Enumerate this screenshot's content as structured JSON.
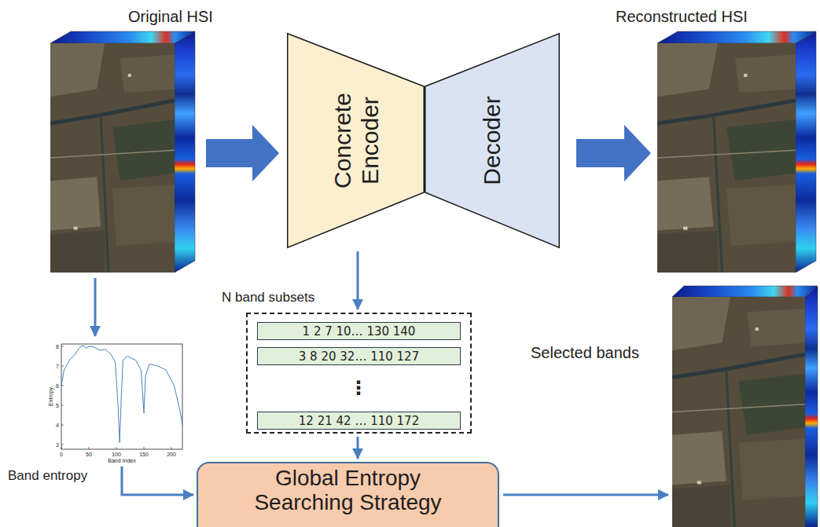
{
  "diagram": {
    "nodes": [
      {
        "text": [
          "Original HSI"
        ]
      },
      {
        "text": [
          "Concrete Encoder"
        ]
      },
      {
        "text": [
          "Decoder"
        ]
      },
      {
        "text": [
          "Reconstructed HSI"
        ]
      },
      {
        "text": [
          "Band entropy"
        ]
      },
      {
        "text": [
          "N band subsets"
        ]
      },
      {
        "text": [
          "1 2 7 10… 130 140"
        ],
        "in": 5
      },
      {
        "text": [
          "3 8 20 32… 110 127"
        ],
        "in": 5
      },
      {
        "text": [
          "12 21 42 … 110 172"
        ],
        "in": 5
      },
      {
        "text": [
          "Global Entropy Searching Strategy"
        ]
      },
      {
        "text": [
          "Selected bands"
        ]
      }
    ],
    "edges": [
      {
        "from": 0,
        "to": 1,
        "arrow": "to"
      },
      {
        "from": 2,
        "to": 3,
        "arrow": "to"
      },
      {
        "from": 0,
        "to": 4,
        "arrow": "to"
      },
      {
        "from": 1,
        "to": 5,
        "arrow": "to"
      },
      {
        "from": 4,
        "to": 9,
        "arrow": "to"
      },
      {
        "from": 5,
        "to": 9,
        "arrow": "to"
      },
      {
        "from": 9,
        "to": 10,
        "arrow": "to"
      }
    ],
    "labels": [
      "⋮",
      "Entropy",
      "Band Index",
      "0",
      "50",
      "100",
      "150",
      "200",
      "3",
      "4",
      "5",
      "6",
      "7",
      "8"
    ]
  }
}
